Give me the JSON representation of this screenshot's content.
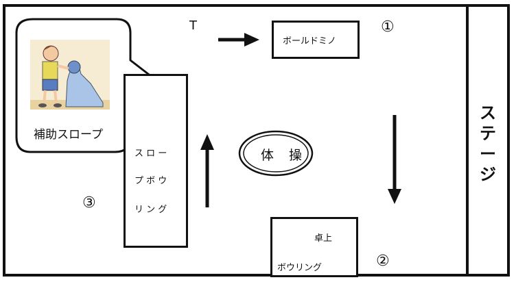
{
  "stage": {
    "chars": [
      "ス",
      "テ",
      "ー",
      "ジ"
    ]
  },
  "stations": {
    "ball_domino": {
      "label": "ボールドミノ",
      "number": "①"
    },
    "tabletop_bowling": {
      "label_top": "卓上",
      "label_bottom": "ボウリング",
      "number": "②"
    },
    "slope_bowling": {
      "lines": [
        "ス ロ ー",
        "プ ボ ウ",
        "リ ン グ"
      ],
      "number": "③"
    }
  },
  "center": {
    "label": "体 操"
  },
  "callout": {
    "caption": "補助スロープ"
  },
  "start_marker": {
    "label": "T"
  },
  "colors": {
    "stroke": "#111111",
    "background": "#ffffff"
  }
}
